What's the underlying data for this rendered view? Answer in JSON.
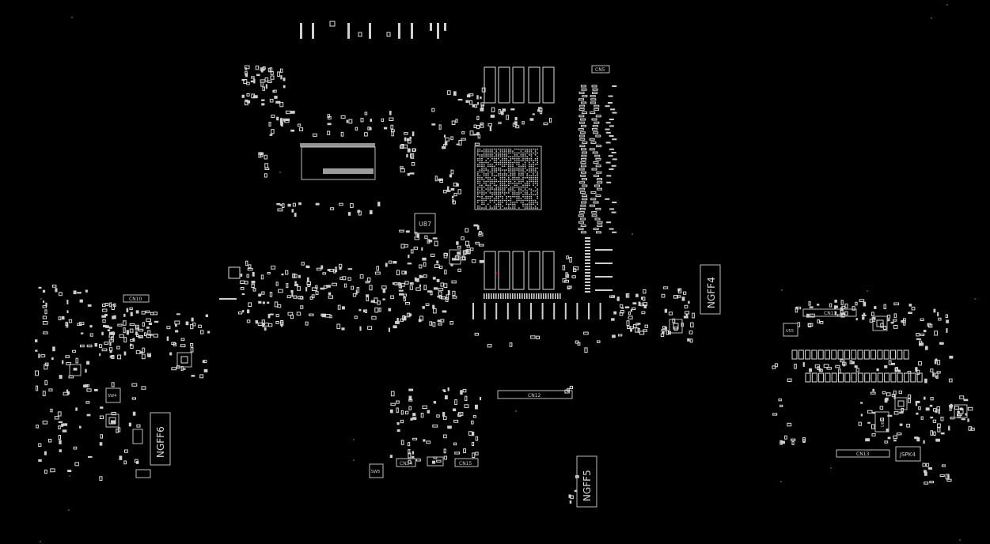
{
  "board": {
    "background": "#000000",
    "silk_color": "#dcdcdc",
    "via_color": "#2f8f7f",
    "highlight_color": "#ff4040"
  },
  "labels": {
    "u87": "U87",
    "cn10": "CN10",
    "cn11": "CN11",
    "cn12": "CN12",
    "cn13": "CN13",
    "cn14": "CN14",
    "cn15": "CN15",
    "cn5": "CN5",
    "ngff4": "NGFF4",
    "ngff5": "NGFF5",
    "ngff6": "NGFF6",
    "jspk4": "JSPK4",
    "u55": "U55",
    "u63": "U63",
    "sw4": "SW4",
    "sw5": "SW5"
  }
}
